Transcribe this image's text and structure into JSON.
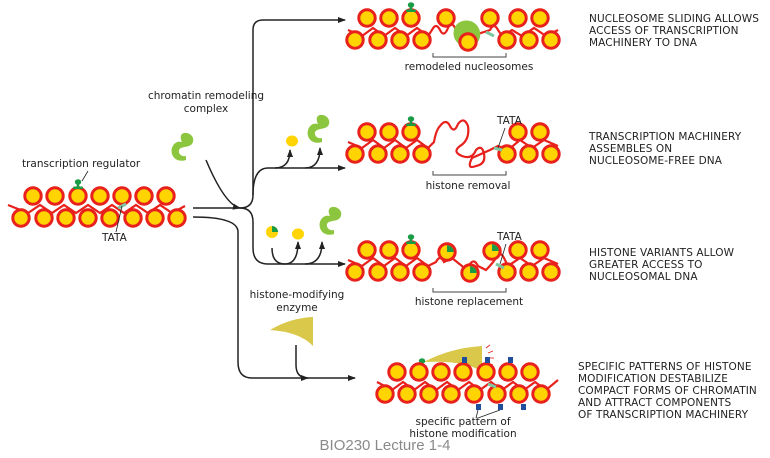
{
  "diagram": {
    "colors": {
      "dna": "#e8211d",
      "histone_core": "#ffd400",
      "regulator": "#1a9b45",
      "tata": "#7cc7a0",
      "remodeler": "#8cc63f",
      "modifier": "#d9c84a",
      "modification_mark": "#1f4e9c",
      "arrow": "#222222"
    },
    "labels": {
      "transcription_regulator": "transcription regulator",
      "tata": "TATA",
      "chromatin_remodeling_complex_l1": "chromatin remodeling",
      "chromatin_remodeling_complex_l2": "complex",
      "histone_modifying_enzyme_l1": "histone-modifying",
      "histone_modifying_enzyme_l2": "enzyme",
      "remodeled_nucleosomes": "remodeled nucleosomes",
      "histone_removal": "histone removal",
      "histone_replacement": "histone replacement",
      "specific_pattern_l1": "specific pattern of",
      "specific_pattern_l2": "histone modification"
    },
    "outcomes": [
      {
        "lines": [
          "NUCLEOSOME SLIDING ALLOWS",
          "ACCESS OF TRANSCRIPTION",
          "MACHINERY TO DNA"
        ]
      },
      {
        "lines": [
          "TRANSCRIPTION MACHINERY",
          "ASSEMBLES ON",
          "NUCLEOSOME-FREE DNA"
        ]
      },
      {
        "lines": [
          "HISTONE VARIANTS ALLOW",
          "GREATER ACCESS TO",
          "NUCLEOSOMAL DNA"
        ]
      },
      {
        "lines": [
          "SPECIFIC PATTERNS OF HISTONE",
          "MODIFICATION DESTABILIZE",
          "COMPACT FORMS OF CHROMATIN",
          "AND ATTRACT COMPONENTS",
          "OF TRANSCRIPTION MACHINERY"
        ]
      }
    ]
  },
  "footer": {
    "text": "BIO230 Lecture 1-4"
  }
}
